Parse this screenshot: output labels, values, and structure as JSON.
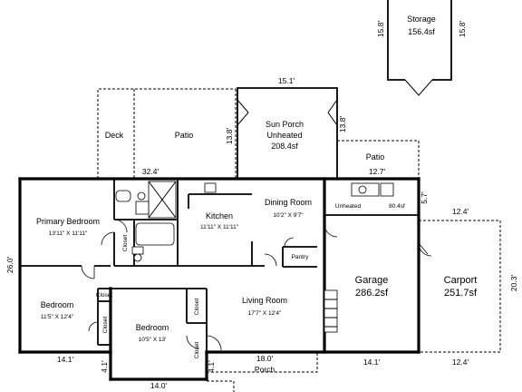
{
  "rooms": {
    "storage": {
      "name": "Storage",
      "area": "156.4sf",
      "dim_left": "15.8'",
      "dim_right": "15.8'"
    },
    "deck": {
      "name": "Deck"
    },
    "patio_top": {
      "name": "Patio"
    },
    "sun_porch": {
      "line1": "Sun Porch",
      "line2": "Unheated",
      "area": "208.4sf",
      "dim_top": "15.1'",
      "dim_left": "13.8'",
      "dim_right": "13.8'"
    },
    "patio_right": {
      "name": "Patio",
      "dim": "12.7'"
    },
    "primary_bedroom": {
      "name": "Primary Bedroom",
      "dims": "13'11\" X 11'11\""
    },
    "kitchen": {
      "name": "Kitchen",
      "dims": "11'11\" X 11'11\""
    },
    "dining_room": {
      "name": "Dining Room",
      "dims": "10'2\" X 9'7\""
    },
    "unheated": {
      "name": "Unheated",
      "area": "80.4sf",
      "dim": "5.7'"
    },
    "pantry": {
      "name": "Pantry"
    },
    "garage": {
      "name": "Garage",
      "area": "286.2sf"
    },
    "carport": {
      "name": "Carport",
      "area": "251.7sf",
      "dim_top": "12.4'",
      "dim_right": "20.3'",
      "dim_bottom": "12.4'"
    },
    "bedroom_left": {
      "name": "Bedroom",
      "dims": "11'5\" X 12'4\""
    },
    "bedroom_mid": {
      "name": "Bedroom",
      "dims": "10'5\" X 13'"
    },
    "living_room": {
      "name": "Living Room",
      "dims": "17'7\" X 12'4\""
    },
    "porch": {
      "name": "Porch",
      "dim": "18.0'"
    }
  },
  "labels": {
    "closet": "Closet",
    "closet_short": "Closet",
    "closet_mid_left": "Closet",
    "closet_mid_right": "Closet",
    "closet_tiny": "Closet"
  },
  "dimensions": {
    "overall_top": "32.4'",
    "overall_left": "26.0'",
    "bottom_left": "14.1'",
    "bottom_mid": "14.0'",
    "left_lower_1": "4.1'",
    "left_lower_2": "4.1'",
    "garage_bottom": "14.1'"
  }
}
